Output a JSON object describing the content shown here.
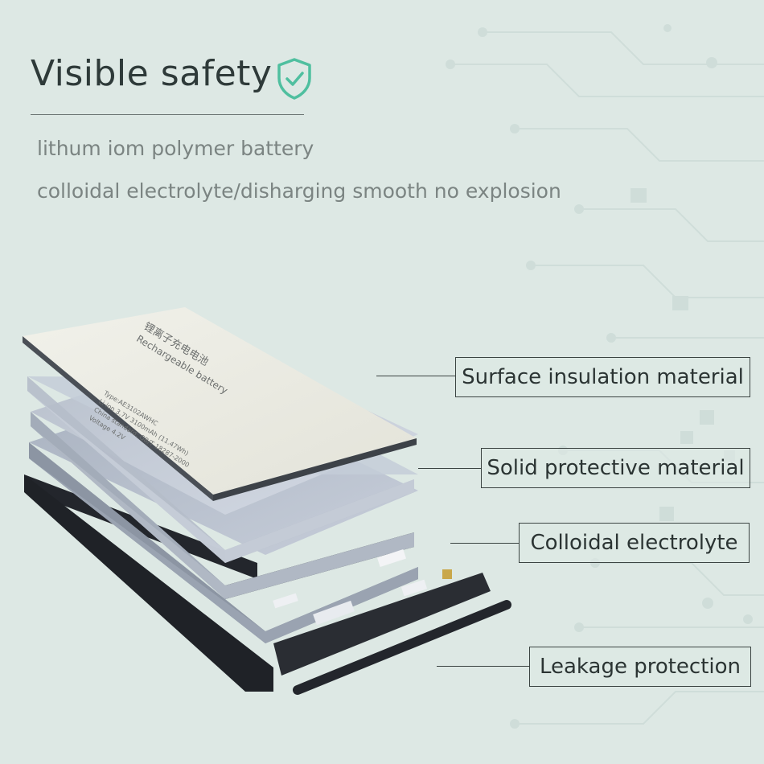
{
  "header": {
    "title": "Visible safety",
    "subtitle_line1": "lithum iom polymer battery",
    "subtitle_line2": "colloidal electrolyte/disharging smooth no explosion"
  },
  "battery_label": {
    "line1": "锂离子充电电池",
    "line2": "Rechargeable battery",
    "model": "Type:AE3102AWHC",
    "rating": "Li-ion 3.7V 3100mAh (11.47Wh)",
    "standard": "China standard: GB/T 18287-2000",
    "voltage": "Voltage 4.2V"
  },
  "labels": {
    "surface": "Surface insulation material",
    "solid": "Solid protective material",
    "colloidal": "Colloidal electrolyte",
    "leakage": "Leakage protection"
  },
  "colors": {
    "background": "#dde8e4",
    "accent": "#4fbf9f",
    "text_dark": "#2e3a39",
    "text_muted": "#7b8482"
  },
  "icons": {
    "title_icon": "shield-check-icon"
  }
}
